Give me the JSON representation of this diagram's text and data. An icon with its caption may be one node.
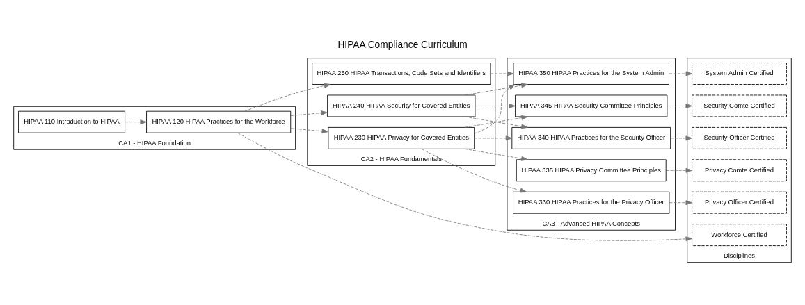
{
  "diagram": {
    "title": "HIPAA Compliance Curriculum",
    "nodes": [
      {
        "text": [
          "CA1 - HIPAA Foundation"
        ]
      },
      {
        "text": [
          "HIPAA 110 Introduction to HIPAA"
        ],
        "in": 0
      },
      {
        "text": [
          "HIPAA 120 HIPAA Practices for the Workforce"
        ],
        "in": 0
      },
      {
        "text": [
          "CA2 - HIPAA Fundamentals"
        ]
      },
      {
        "text": [
          "HIPAA 230 HIPAA Privacy for Covered Entities"
        ],
        "in": 3
      },
      {
        "text": [
          "HIPAA 240 HIPAA Security for Covered Entities"
        ],
        "in": 3
      },
      {
        "text": [
          "HIPAA 250 HIPAA Transactions, Code Sets and Identifiers"
        ],
        "in": 3
      },
      {
        "text": [
          "CA3 - Advanced HIPAA Concepts"
        ]
      },
      {
        "text": [
          "HIPAA 330 HIPAA Practices for the Privacy Officer"
        ],
        "in": 7
      },
      {
        "text": [
          "HIPAA 335 HIPAA Privacy Committee Principles"
        ],
        "in": 7
      },
      {
        "text": [
          "HIPAA 340 HIPAA Practices for the Security Officer"
        ],
        "in": 7
      },
      {
        "text": [
          "HIPAA 345 HIPAA Security Committee Principles"
        ],
        "in": 7
      },
      {
        "text": [
          "HIPAA 350 HIPAA Practices for the System Admin"
        ],
        "in": 7
      },
      {
        "text": [
          "Disciplines"
        ]
      },
      {
        "text": [
          "Workforce Certified"
        ],
        "in": 13
      },
      {
        "text": [
          "Privacy Officer Certified"
        ],
        "in": 13
      },
      {
        "text": [
          "Privacy Comte Certified"
        ],
        "in": 13
      },
      {
        "text": [
          "Security Officer Certified"
        ],
        "in": 13
      },
      {
        "text": [
          "Security Comte Certified"
        ],
        "in": 13
      },
      {
        "text": [
          "System Admin Certified"
        ],
        "in": 13
      }
    ],
    "edges": [
      {
        "from": 1,
        "to": 2,
        "arrow": "to",
        "style": "dashed"
      },
      {
        "from": 2,
        "to": 14,
        "arrow": "to",
        "style": "dashed"
      },
      {
        "from": 2,
        "to": 4,
        "arrow": "to",
        "style": "dashed"
      },
      {
        "from": 2,
        "to": 5,
        "arrow": "to",
        "style": "dashed"
      },
      {
        "from": 2,
        "to": 6,
        "arrow": "to",
        "style": "dashed"
      },
      {
        "from": 4,
        "to": 8,
        "arrow": "to",
        "style": "dashed"
      },
      {
        "from": 4,
        "to": 9,
        "arrow": "to",
        "style": "dashed"
      },
      {
        "from": 4,
        "to": 10,
        "arrow": "to",
        "style": "dashed"
      },
      {
        "from": 4,
        "to": 11,
        "arrow": "to",
        "style": "dashed"
      },
      {
        "from": 4,
        "to": 12,
        "arrow": "to",
        "style": "dashed"
      },
      {
        "from": 5,
        "to": 10,
        "arrow": "to",
        "style": "dashed"
      },
      {
        "from": 5,
        "to": 11,
        "arrow": "to",
        "style": "dashed"
      },
      {
        "from": 5,
        "to": 12,
        "arrow": "to",
        "style": "dashed"
      },
      {
        "from": 6,
        "to": 12,
        "arrow": "to",
        "style": "dashed"
      },
      {
        "from": 8,
        "to": 15,
        "arrow": "to",
        "style": "dashed"
      },
      {
        "from": 9,
        "to": 16,
        "arrow": "to",
        "style": "dashed"
      },
      {
        "from": 10,
        "to": 17,
        "arrow": "to",
        "style": "dashed"
      },
      {
        "from": 11,
        "to": 18,
        "arrow": "to",
        "style": "dashed"
      },
      {
        "from": 12,
        "to": 19,
        "arrow": "to",
        "style": "dashed"
      }
    ]
  }
}
